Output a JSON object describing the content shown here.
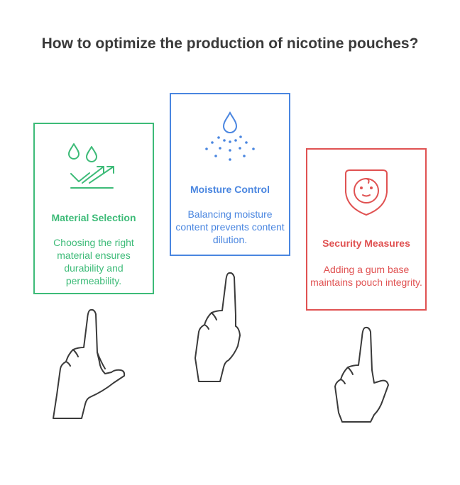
{
  "title": "How to optimize the production of nicotine pouches?",
  "colors": {
    "green": "#3dbb78",
    "blue": "#4a86e0",
    "red": "#e05252",
    "hand": "#3a3a3a"
  },
  "cards": [
    {
      "heading": "Material Selection",
      "body": "Choosing the right material ensures durability and permeability.",
      "icon": "droplets-arrows-icon"
    },
    {
      "heading": "Moisture Control",
      "body": "Balancing moisture content prevents content dilution.",
      "icon": "water-drop-spray-icon"
    },
    {
      "heading": "Security Measures",
      "body": "Adding a gum base maintains pouch integrity.",
      "icon": "shield-face-icon"
    }
  ]
}
